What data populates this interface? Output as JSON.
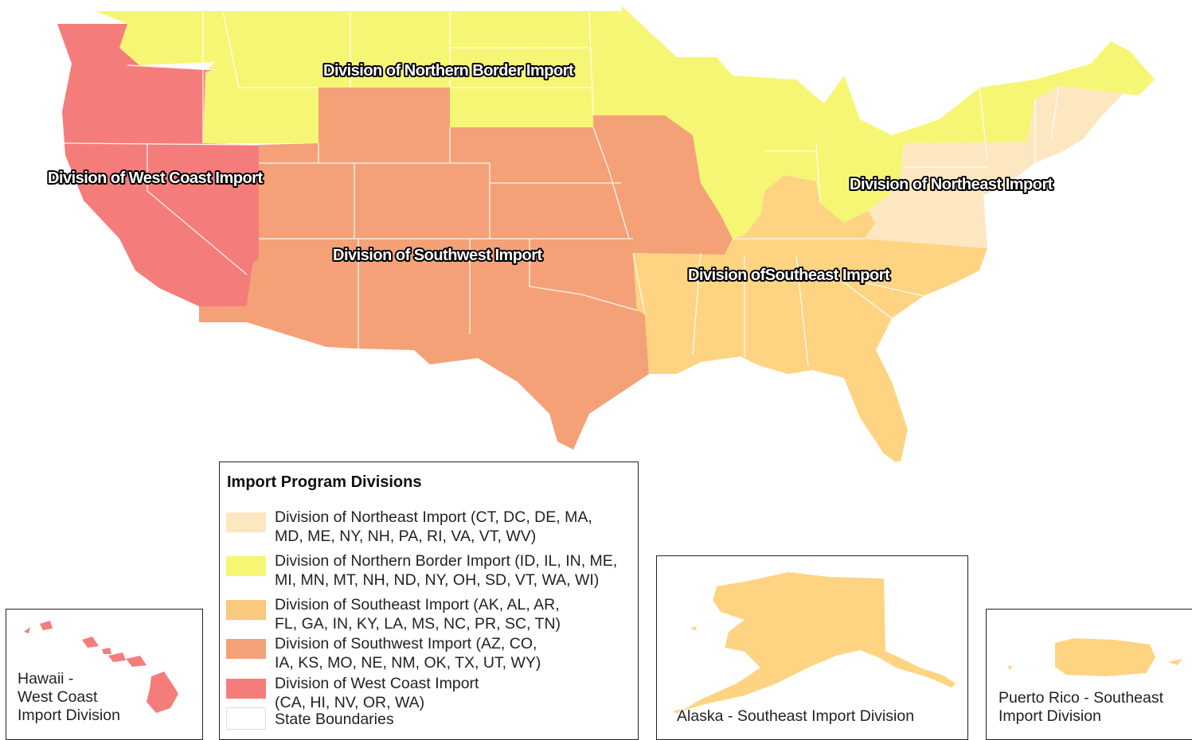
{
  "colors": {
    "northeast": "#fde7c1",
    "northern_border": "#f6f675",
    "southeast": "#fed482",
    "southwest": "#f4a177",
    "west_coast": "#f47d7b",
    "state_boundary": "#ffffff"
  },
  "map_labels": {
    "northern_border": "Division of Northern Border Import",
    "west_coast": "Division of West Coast Import",
    "northeast": "Division of Northeast Import",
    "southwest": "Division of Southwest Import",
    "southeast": "Division ofSoutheast Import"
  },
  "legend": {
    "title": "Import Program Divisions",
    "items": [
      {
        "key": "northeast",
        "color": "#fde7c1",
        "label": "Division of Northeast Import (CT, DC, DE, MA,\nMD, ME, NY, NH, PA, RI, VA, VT, WV)"
      },
      {
        "key": "northern_border",
        "color": "#f6f675",
        "label": "Division of Northern Border Import (ID, IL, IN, ME,\nMI, MN, MT, NH, ND, NY, OH, SD, VT, WA, WI)"
      },
      {
        "key": "southeast",
        "color": "#f8c97e",
        "label": "Division of Southeast Import (AK, AL, AR,\nFL, GA, IN, KY, LA, MS, NC, PR, SC, TN)"
      },
      {
        "key": "southwest",
        "color": "#f4a177",
        "label": "Division of Southwest Import (AZ, CO,\nIA, KS, MO, NE, NM, OK, TX, UT, WY)"
      },
      {
        "key": "west_coast",
        "color": "#f47d7b",
        "label": "Division of West Coast Import\n(CA, HI, NV, OR, WA)"
      },
      {
        "key": "state_boundaries",
        "color": "#ffffff",
        "label": "State Boundaries"
      }
    ]
  },
  "insets": {
    "hawaii": "Hawaii -\nWest Coast\nImport Division",
    "alaska": "Alaska - Southeast Import Division",
    "puerto_rico": "Puerto Rico - Southeast\nImport Division"
  }
}
